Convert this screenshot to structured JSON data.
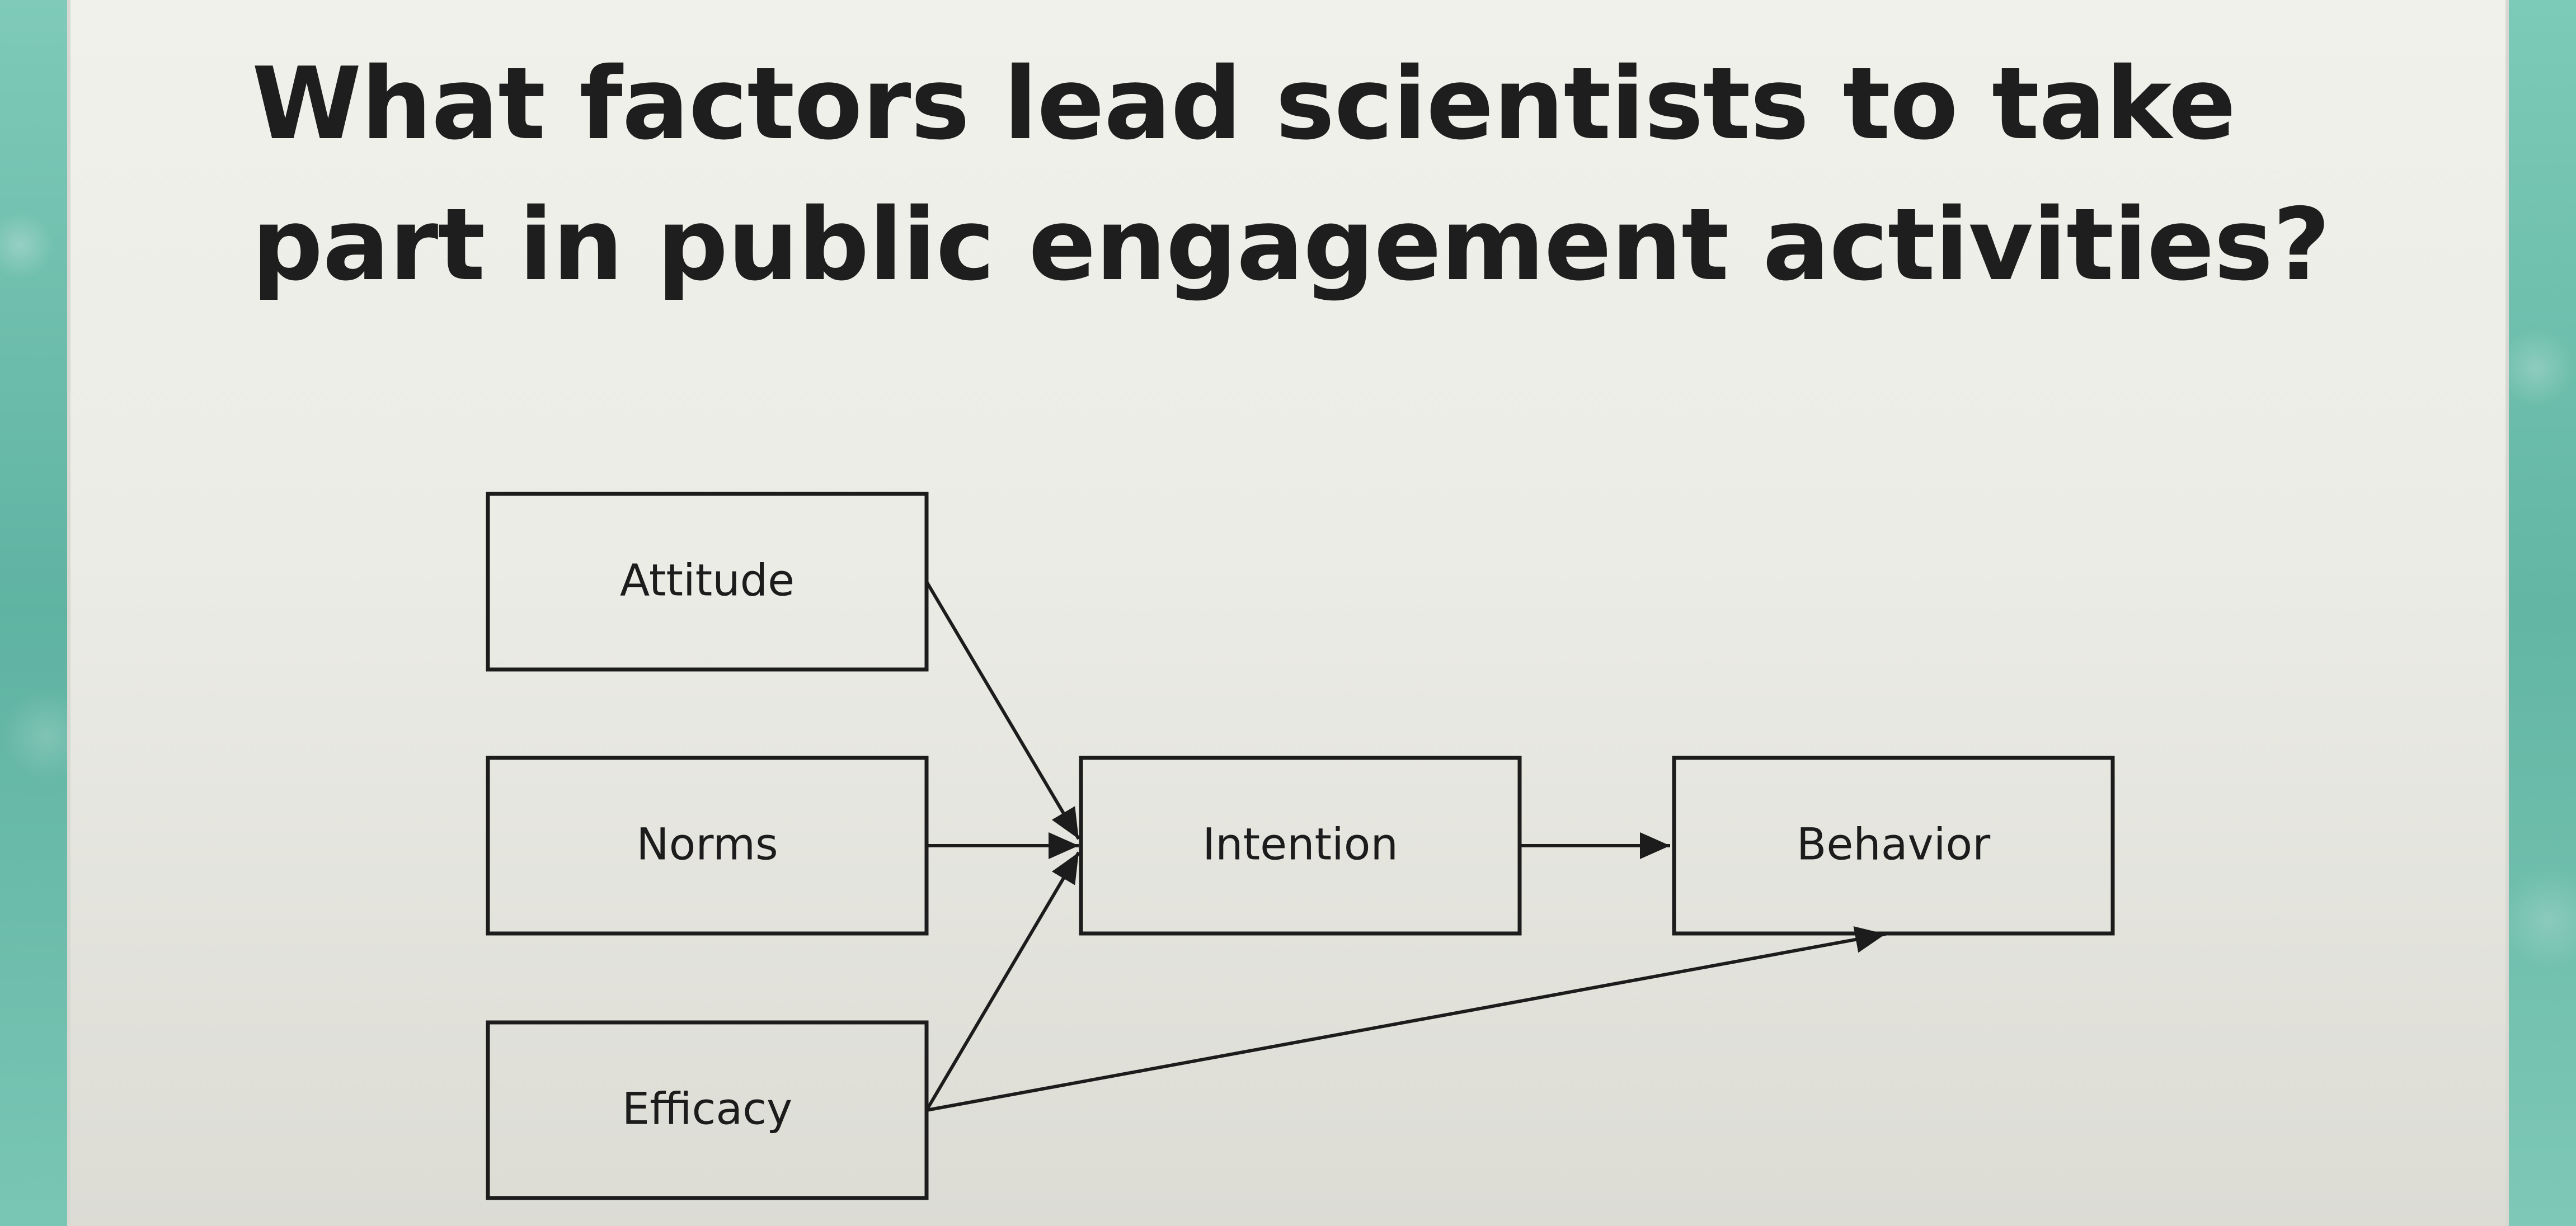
{
  "title": "What factors lead scientists to take part in public engagement activities?",
  "diagram": {
    "nodes": [
      {
        "id": "attitude",
        "label": "Attitude"
      },
      {
        "id": "norms",
        "label": "Norms"
      },
      {
        "id": "efficacy",
        "label": "Efficacy"
      },
      {
        "id": "intention",
        "label": "Intention"
      },
      {
        "id": "behavior",
        "label": "Behavior"
      }
    ],
    "edges": [
      {
        "from": "attitude",
        "to": "intention"
      },
      {
        "from": "norms",
        "to": "intention"
      },
      {
        "from": "efficacy",
        "to": "intention"
      },
      {
        "from": "intention",
        "to": "behavior"
      },
      {
        "from": "efficacy",
        "to": "behavior"
      }
    ]
  }
}
